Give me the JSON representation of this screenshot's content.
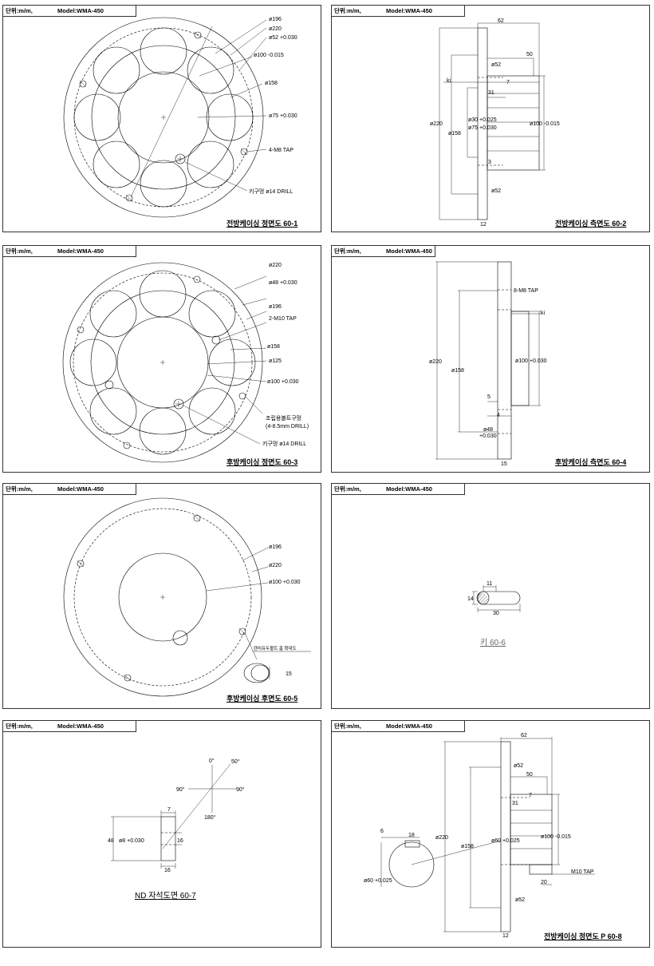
{
  "header": {
    "unit": "단위:m/m,",
    "model": "Model:WMA-450"
  },
  "p1": {
    "caption": "전방케이싱 정면도 60-1",
    "labels": [
      "ø196",
      "ø220",
      "ø52 +0.030",
      "ø100 -0.015",
      "ø158",
      "ø75 +0.030",
      "4-M8 TAP",
      "키구멍 ø14 DRILL"
    ]
  },
  "p2": {
    "caption": "전방케이싱 측면도 60-2",
    "labels": [
      "62",
      "50",
      "ø52",
      "ki",
      "7",
      "31",
      "ø30 +0.025",
      "ø75 +0.030",
      "ø220",
      "ø158",
      "ø100 -0.015",
      "3",
      "ø52",
      "12"
    ]
  },
  "p3": {
    "caption": "후방케이싱 정면도 60-3",
    "labels": [
      "ø220",
      "ø48 +0.030",
      "ø196",
      "2-M10 TAP",
      "ø158",
      "ø125",
      "ø100 +0.030",
      "조립용볼트구멍",
      "(4-8.5mm DRILL)",
      "키구멍 ø14 DRILL"
    ]
  },
  "p4": {
    "caption": "후방케이싱 측면도 60-4",
    "labels": [
      "8-M8 TAP",
      "ki",
      "ø220",
      "ø158",
      "ø100 +0.030",
      "5",
      "4",
      "ø48",
      "+0.030",
      "15"
    ]
  },
  "p5": {
    "caption": "후방케이싱 후면도 60-5",
    "labels": [
      "ø196",
      "ø220",
      "ø100 +0.030",
      "렌치유두볼트 홈 확대도",
      "15"
    ]
  },
  "p6": {
    "caption": "키 60-6",
    "labels": [
      "11",
      "14",
      "30"
    ]
  },
  "p7": {
    "caption": "ND 자석도면 60-7",
    "labels": [
      "0°",
      "50°",
      "90°",
      "90°",
      "180°",
      "7",
      "48",
      "ø8 +0.030",
      "16",
      "16"
    ]
  },
  "p8": {
    "caption": "전방케이싱 정면도 P 60-8",
    "labels": [
      "62",
      "ø52",
      "50",
      "7",
      "31",
      "6",
      "18",
      "ø220",
      "ø158",
      "ø60 +0.025",
      "ø100 -0.015",
      "M10 TAP",
      "20",
      "ø60 +0.025",
      "ø52",
      "12"
    ]
  }
}
